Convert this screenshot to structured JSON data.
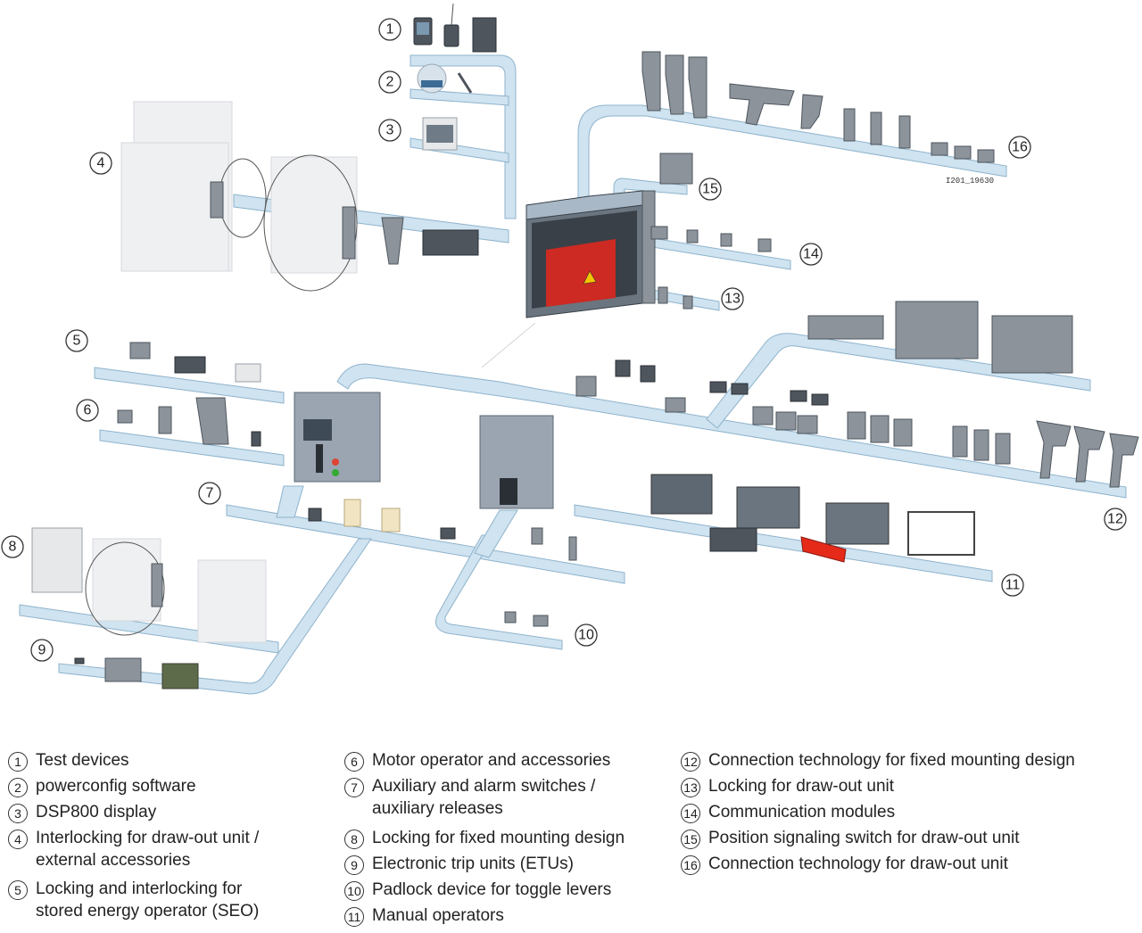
{
  "figure_ref": "I201_19630",
  "callouts": [
    "1",
    "2",
    "3",
    "4",
    "5",
    "6",
    "7",
    "8",
    "9",
    "10",
    "11",
    "12",
    "13",
    "14",
    "15",
    "16"
  ],
  "legend": {
    "col1": [
      {
        "num": "1",
        "text": "Test devices"
      },
      {
        "num": "2",
        "text": "powerconfig software"
      },
      {
        "num": "3",
        "text": "DSP800 display"
      },
      {
        "num": "4",
        "text": "Interlocking for draw-out unit /\nexternal accessories"
      },
      {
        "num": "5",
        "text": "Locking and interlocking for\nstored energy operator (SEO)"
      }
    ],
    "col2": [
      {
        "num": "6",
        "text": "Motor operator and accessories"
      },
      {
        "num": "7",
        "text": "Auxiliary and alarm switches /\nauxiliary releases"
      },
      {
        "num": "8",
        "text": "Locking for fixed mounting design"
      },
      {
        "num": "9",
        "text": "Electronic trip units (ETUs)"
      },
      {
        "num": "10",
        "text": "Padlock device for toggle levers"
      },
      {
        "num": "11",
        "text": "Manual operators"
      }
    ],
    "col3": [
      {
        "num": "12",
        "text": "Connection technology for fixed mounting design"
      },
      {
        "num": "13",
        "text": "Locking for draw-out unit"
      },
      {
        "num": "14",
        "text": "Communication modules"
      },
      {
        "num": "15",
        "text": "Position signaling switch for draw-out unit"
      },
      {
        "num": "16",
        "text": "Connection technology for draw-out unit"
      }
    ]
  }
}
